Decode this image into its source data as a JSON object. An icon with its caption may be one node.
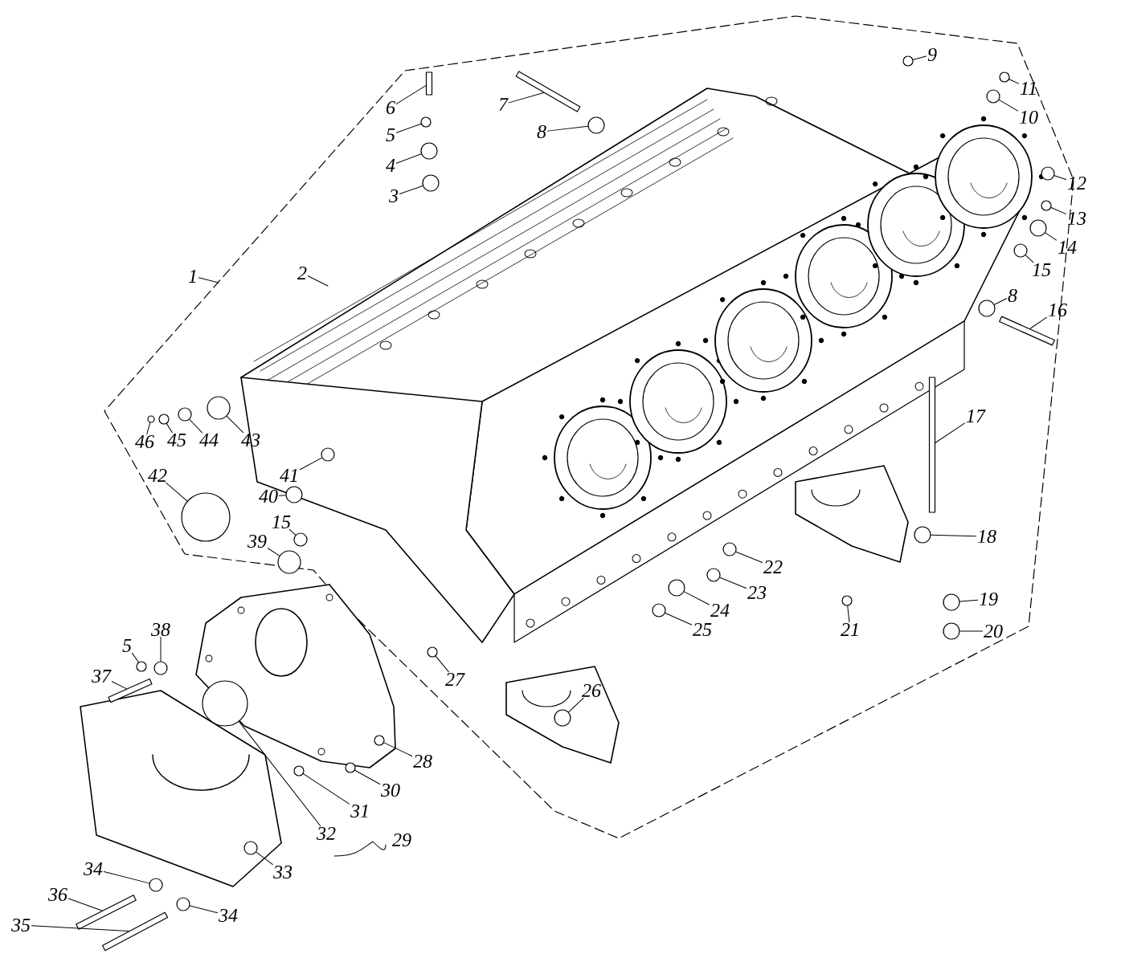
{
  "diagram": {
    "nodes": [
      {
        "text": [
          "1"
        ]
      },
      {
        "text": [
          "2"
        ]
      },
      {
        "text": [
          "3"
        ]
      },
      {
        "text": [
          "4"
        ]
      },
      {
        "text": [
          "5"
        ]
      },
      {
        "text": [
          "6"
        ]
      },
      {
        "text": [
          "7"
        ]
      },
      {
        "text": [
          "8"
        ]
      },
      {
        "text": [
          "9"
        ]
      },
      {
        "text": [
          "10"
        ]
      },
      {
        "text": [
          "11"
        ]
      },
      {
        "text": [
          "12"
        ]
      },
      {
        "text": [
          "13"
        ]
      },
      {
        "text": [
          "14"
        ]
      },
      {
        "text": [
          "15"
        ]
      },
      {
        "text": [
          "8"
        ]
      },
      {
        "text": [
          "16"
        ]
      },
      {
        "text": [
          "17"
        ]
      },
      {
        "text": [
          "18"
        ]
      },
      {
        "text": [
          "19"
        ]
      },
      {
        "text": [
          "20"
        ]
      },
      {
        "text": [
          "21"
        ]
      },
      {
        "text": [
          "22"
        ]
      },
      {
        "text": [
          "23"
        ]
      },
      {
        "text": [
          "24"
        ]
      },
      {
        "text": [
          "25"
        ]
      },
      {
        "text": [
          "26"
        ]
      },
      {
        "text": [
          "27"
        ]
      },
      {
        "text": [
          "28"
        ]
      },
      {
        "text": [
          "30"
        ]
      },
      {
        "text": [
          "31"
        ]
      },
      {
        "text": [
          "32"
        ]
      },
      {
        "text": [
          "33"
        ]
      },
      {
        "text": [
          "34"
        ]
      },
      {
        "text": [
          "34"
        ]
      },
      {
        "text": [
          "35"
        ]
      },
      {
        "text": [
          "36"
        ]
      },
      {
        "text": [
          "37"
        ]
      },
      {
        "text": [
          "5"
        ]
      },
      {
        "text": [
          "38"
        ]
      },
      {
        "text": [
          "39"
        ]
      },
      {
        "text": [
          "15"
        ]
      },
      {
        "text": [
          "40"
        ]
      },
      {
        "text": [
          "41"
        ]
      },
      {
        "text": [
          "42"
        ]
      },
      {
        "text": [
          "43"
        ]
      },
      {
        "text": [
          "44"
        ]
      },
      {
        "text": [
          "45"
        ]
      },
      {
        "text": [
          "46"
        ]
      },
      {
        "text": [],
        "shape": "circle"
      },
      {
        "text": [],
        "shape": "circle"
      },
      {
        "text": [],
        "shape": "circle"
      },
      {
        "text": [],
        "shape": "bar"
      },
      {
        "text": [],
        "shape": "bar"
      },
      {
        "text": [],
        "shape": "circle"
      },
      {
        "text": [],
        "shape": "circle"
      },
      {
        "text": [],
        "shape": "circle"
      },
      {
        "text": [],
        "shape": "circle"
      },
      {
        "text": [],
        "shape": "circle"
      },
      {
        "text": [],
        "shape": "circle"
      },
      {
        "text": [],
        "shape": "circle"
      },
      {
        "text": [],
        "shape": "circle"
      },
      {
        "text": [],
        "shape": "circle"
      },
      {
        "text": [],
        "shape": "bar"
      },
      {
        "text": [],
        "shape": "bar"
      },
      {
        "text": [],
        "shape": "circle"
      },
      {
        "text": [],
        "shape": "circle"
      },
      {
        "text": [],
        "shape": "circle"
      },
      {
        "text": [],
        "shape": "circle"
      },
      {
        "text": [],
        "shape": "circle"
      },
      {
        "text": [],
        "shape": "circle"
      },
      {
        "text": [],
        "shape": "circle"
      },
      {
        "text": [],
        "shape": "circle"
      },
      {
        "text": [],
        "shape": "circle"
      },
      {
        "text": [],
        "shape": "circle"
      },
      {
        "text": [],
        "shape": "circle"
      },
      {
        "text": [],
        "shape": "circle"
      },
      {
        "text": [],
        "shape": "circle"
      },
      {
        "text": [],
        "shape": "circle"
      },
      {
        "text": [],
        "shape": "circle"
      },
      {
        "text": [],
        "shape": "circle"
      },
      {
        "text": [],
        "shape": "circle"
      },
      {
        "text": [],
        "shape": "bar"
      },
      {
        "text": [],
        "shape": "bar"
      },
      {
        "text": [],
        "shape": "bar"
      },
      {
        "text": [],
        "shape": "circle"
      },
      {
        "text": [],
        "shape": "circle"
      },
      {
        "text": [],
        "shape": "circle"
      },
      {
        "text": [],
        "shape": "circle"
      },
      {
        "text": [],
        "shape": "circle"
      },
      {
        "text": [],
        "shape": "circle"
      },
      {
        "text": [],
        "shape": "circle"
      },
      {
        "text": [],
        "shape": "circle"
      },
      {
        "text": [],
        "shape": "circle"
      },
      {
        "text": [],
        "shape": "circle"
      },
      {
        "text": [],
        "shape": "circle"
      }
    ],
    "edges": [
      {
        "from": 0,
        "to": null,
        "arrow": "none"
      },
      {
        "from": 1,
        "to": null,
        "arrow": "none"
      },
      {
        "from": 2,
        "to": 49,
        "arrow": "none"
      },
      {
        "from": 3,
        "to": 50,
        "arrow": "none"
      },
      {
        "from": 4,
        "to": 51,
        "arrow": "none"
      },
      {
        "from": 5,
        "to": 52,
        "arrow": "none"
      },
      {
        "from": 6,
        "to": 53,
        "arrow": "none"
      },
      {
        "from": 7,
        "to": 54,
        "arrow": "none"
      },
      {
        "from": 8,
        "to": 55,
        "arrow": "none"
      },
      {
        "from": 9,
        "to": 56,
        "arrow": "none"
      },
      {
        "from": 10,
        "to": 57,
        "arrow": "none"
      },
      {
        "from": 11,
        "to": 58,
        "arrow": "none"
      },
      {
        "from": 12,
        "to": 59,
        "arrow": "none"
      },
      {
        "from": 13,
        "to": 60,
        "arrow": "none"
      },
      {
        "from": 14,
        "to": 61,
        "arrow": "none"
      },
      {
        "from": 15,
        "to": 62,
        "arrow": "none"
      },
      {
        "from": 16,
        "to": 63,
        "arrow": "none"
      },
      {
        "from": 17,
        "to": 64,
        "arrow": "none"
      },
      {
        "from": 18,
        "to": 65,
        "arrow": "none"
      },
      {
        "from": 19,
        "to": 66,
        "arrow": "none"
      },
      {
        "from": 20,
        "to": 67,
        "arrow": "none"
      },
      {
        "from": 21,
        "to": 68,
        "arrow": "none"
      },
      {
        "from": 22,
        "to": 69,
        "arrow": "none"
      },
      {
        "from": 23,
        "to": 70,
        "arrow": "none"
      },
      {
        "from": 24,
        "to": 71,
        "arrow": "none"
      },
      {
        "from": 25,
        "to": 72,
        "arrow": "none"
      },
      {
        "from": 26,
        "to": 73,
        "arrow": "none"
      },
      {
        "from": 27,
        "to": 74,
        "arrow": "none"
      },
      {
        "from": 28,
        "to": 75,
        "arrow": "none"
      },
      {
        "from": 29,
        "to": 76,
        "arrow": "none"
      },
      {
        "from": 30,
        "to": 77,
        "arrow": "none"
      },
      {
        "from": 31,
        "to": 78,
        "arrow": "none"
      },
      {
        "from": 32,
        "to": 79,
        "arrow": "none"
      },
      {
        "from": 33,
        "to": 80,
        "arrow": "none"
      },
      {
        "from": 34,
        "to": 81,
        "arrow": "none"
      },
      {
        "from": 35,
        "to": 82,
        "arrow": "none"
      },
      {
        "from": 36,
        "to": 83,
        "arrow": "none"
      },
      {
        "from": 37,
        "to": 84,
        "arrow": "none"
      },
      {
        "from": 38,
        "to": 85,
        "arrow": "none"
      },
      {
        "from": 39,
        "to": 86,
        "arrow": "none"
      },
      {
        "from": 40,
        "to": 87,
        "arrow": "none"
      },
      {
        "from": 41,
        "to": 88,
        "arrow": "none"
      },
      {
        "from": 42,
        "to": 89,
        "arrow": "none"
      },
      {
        "from": 43,
        "to": 90,
        "arrow": "none"
      },
      {
        "from": 44,
        "to": 91,
        "arrow": "none"
      },
      {
        "from": 45,
        "to": 92,
        "arrow": "none"
      },
      {
        "from": 46,
        "to": 93,
        "arrow": "none"
      },
      {
        "from": 47,
        "to": 94,
        "arrow": "none"
      },
      {
        "from": 48,
        "to": 95,
        "arrow": "none"
      }
    ],
    "labels": [
      "29"
    ]
  }
}
